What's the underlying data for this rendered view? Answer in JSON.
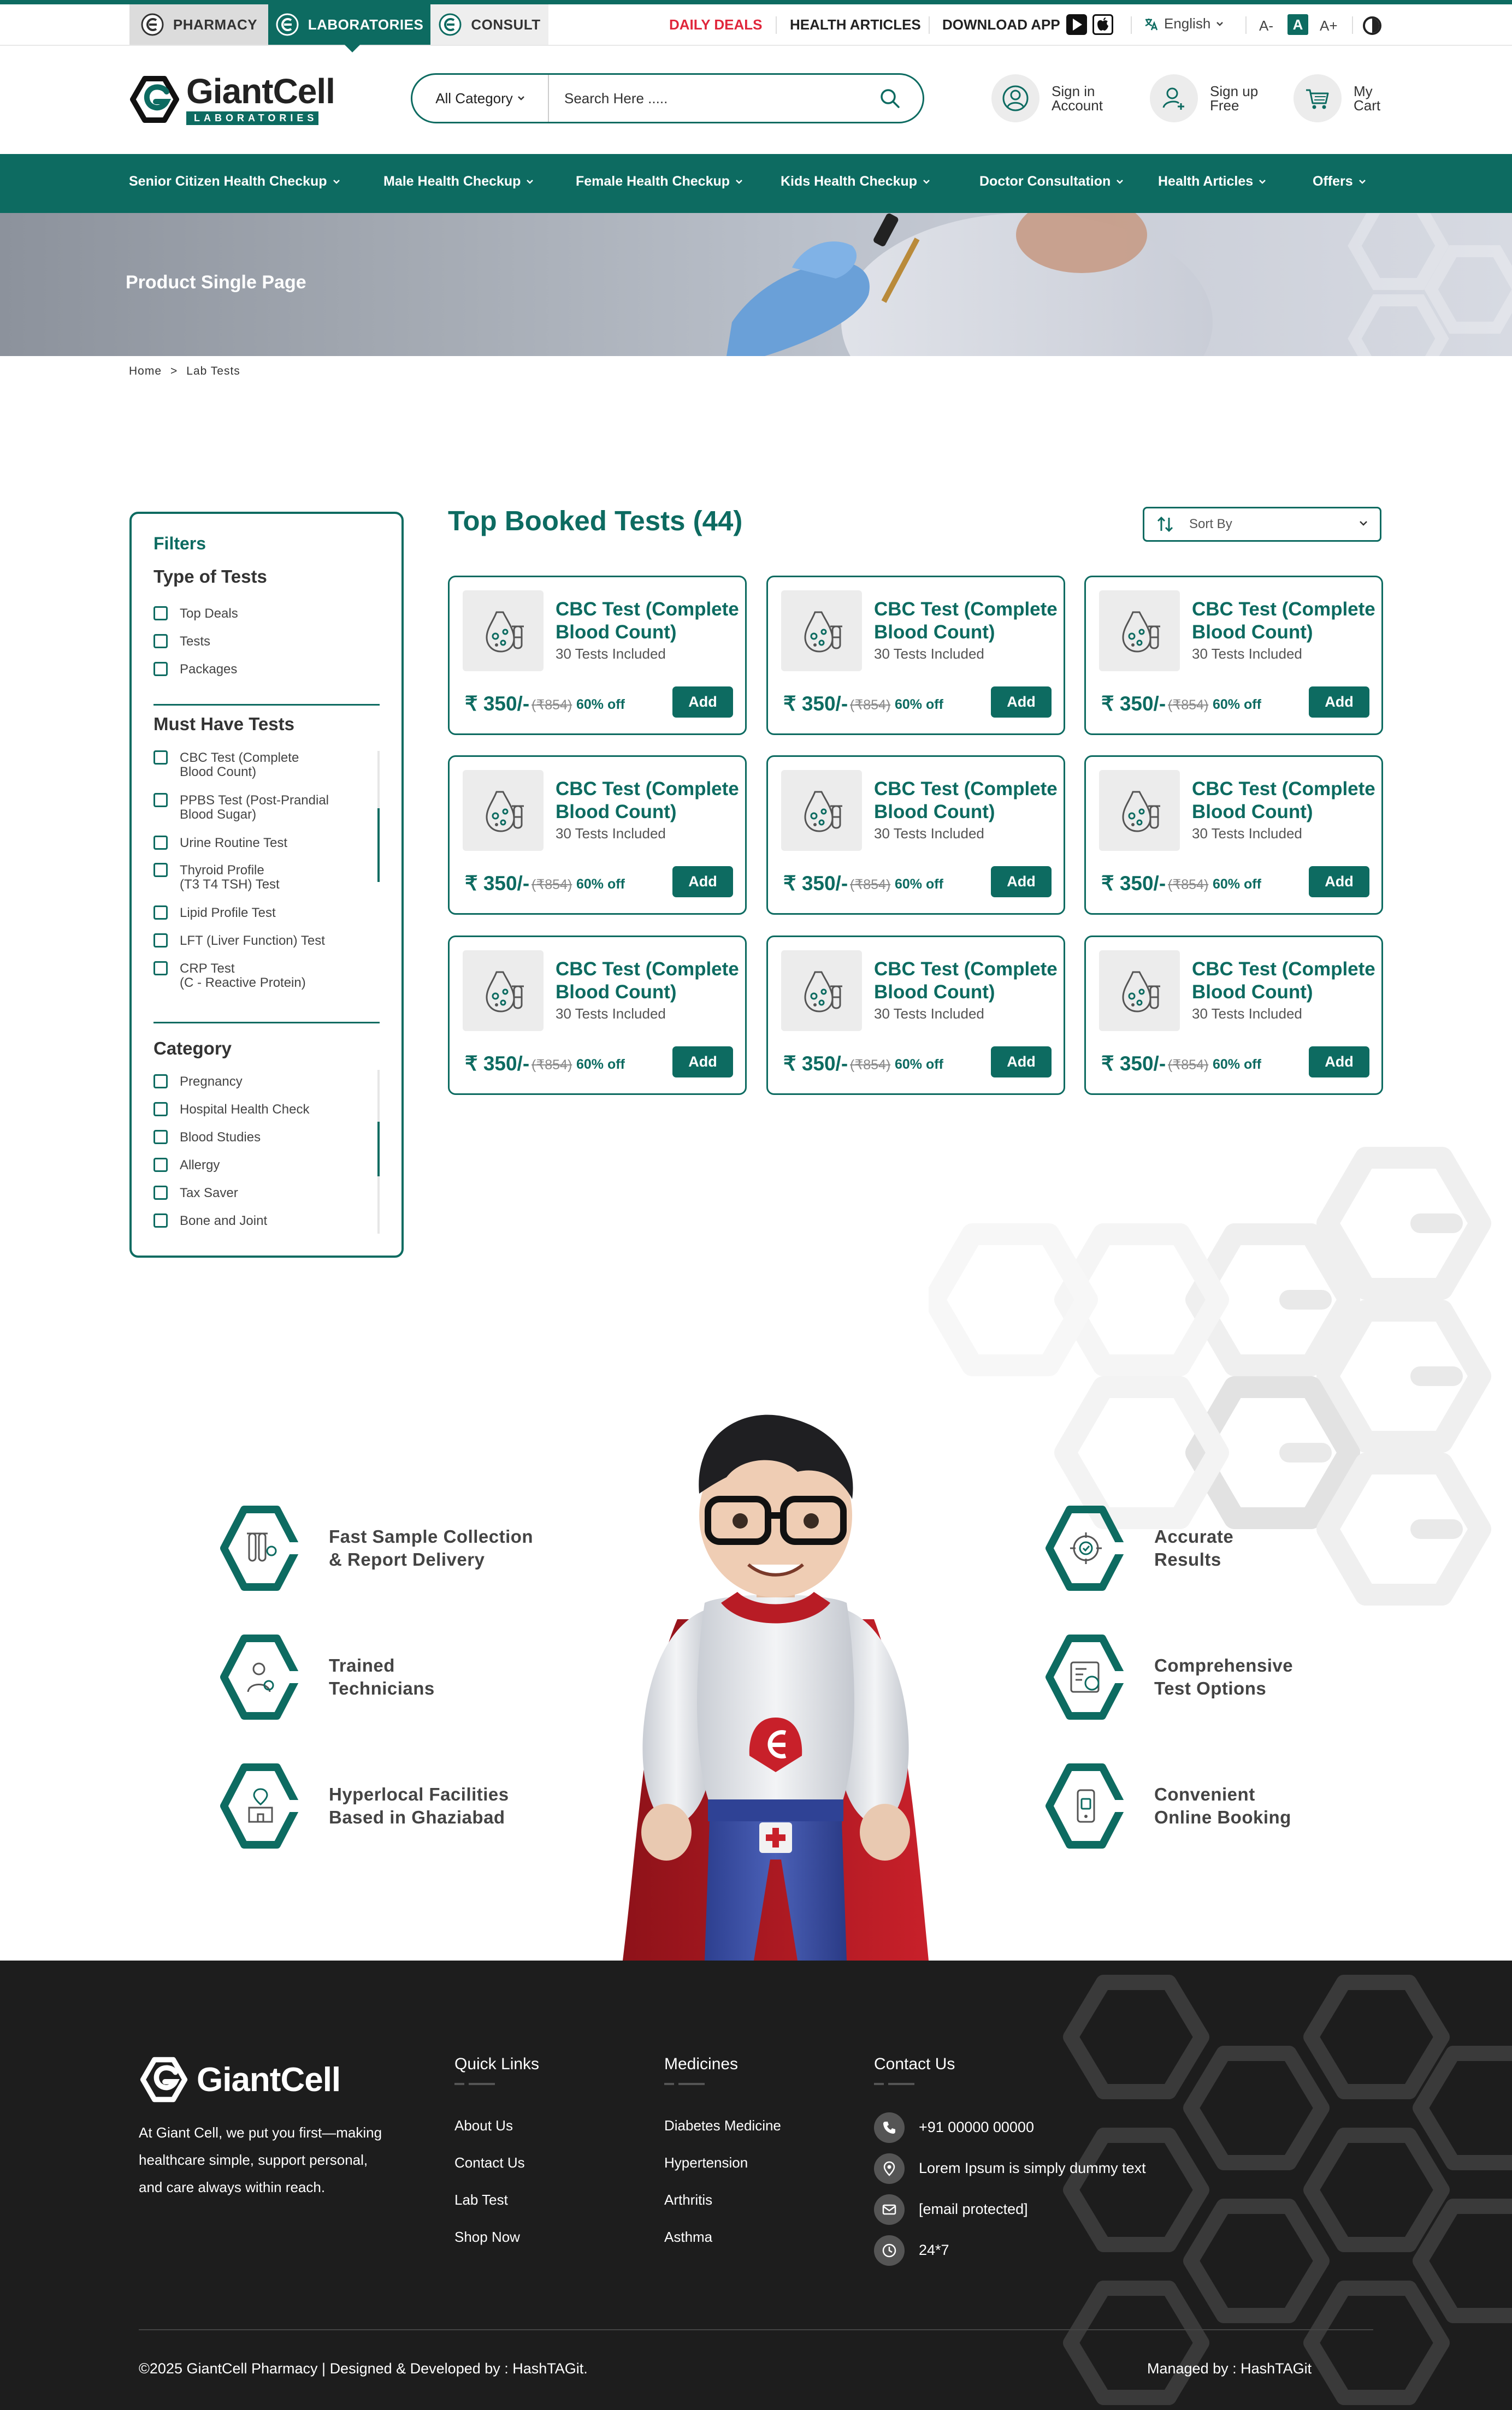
{
  "topbar": {
    "segments": [
      {
        "label": "PHARMACY"
      },
      {
        "label": "LABORATORIES"
      },
      {
        "label": "CONSULT"
      }
    ],
    "daily_deals": "DAILY DEALS",
    "health_articles": "HEALTH ARTICLES",
    "download_app": "DOWNLOAD APP",
    "language": "English",
    "font_small": "A-",
    "font_normal": "A",
    "font_large": "A+"
  },
  "header": {
    "logo_name": "GiantCell",
    "logo_sub": "LABORATORIES",
    "search_category": "All Category",
    "search_placeholder": "Search Here .....",
    "sign_in": {
      "line1": "Sign in",
      "line2": "Account"
    },
    "sign_up": {
      "line1": "Sign up",
      "line2": "Free"
    },
    "cart": {
      "line1": "My",
      "line2": "Cart"
    }
  },
  "nav": [
    {
      "label": "Senior Citizen Health Checkup"
    },
    {
      "label": "Male Health Checkup"
    },
    {
      "label": "Female Health Checkup"
    },
    {
      "label": "Kids Health Checkup"
    },
    {
      "label": "Doctor Consultation"
    },
    {
      "label": "Health Articles"
    },
    {
      "label": "Offers"
    }
  ],
  "hero": {
    "title": "Product Single Page"
  },
  "breadcrumb": {
    "home": "Home",
    "sep": ">",
    "current": "Lab Tests"
  },
  "filters": {
    "title": "Filters",
    "type_heading": "Type of Tests",
    "type_items": [
      "Top Deals",
      "Tests",
      "Packages"
    ],
    "must_heading": "Must Have Tests",
    "must_items": [
      {
        "l1": "CBC Test (Complete",
        "l2": "Blood Count)"
      },
      {
        "l1": "PPBS Test (Post-Prandial",
        "l2": "Blood Sugar)"
      },
      {
        "l1": "Urine Routine Test",
        "l2": ""
      },
      {
        "l1": "Thyroid Profile",
        "l2": "(T3 T4 TSH) Test"
      },
      {
        "l1": "Lipid Profile Test",
        "l2": ""
      },
      {
        "l1": "LFT (Liver Function) Test",
        "l2": ""
      },
      {
        "l1": "CRP Test",
        "l2": "(C - Reactive Protein)"
      }
    ],
    "category_heading": "Category",
    "category_items": [
      "Pregnancy",
      "Hospital Health Check",
      "Blood Studies",
      "Allergy",
      "Tax Saver",
      "Bone and Joint"
    ]
  },
  "tests": {
    "title": "Top Booked Tests (44)",
    "sort_label": "Sort By",
    "cards": [
      {
        "name_l1": "CBC Test (Complete",
        "name_l2": "Blood Count)",
        "sub": "30 Tests Included",
        "price": "₹ 350/-",
        "mrp": "(₹854)",
        "off": "60% off",
        "add": "Add"
      },
      {
        "name_l1": "CBC Test (Complete",
        "name_l2": "Blood Count)",
        "sub": "30 Tests Included",
        "price": "₹ 350/-",
        "mrp": "(₹854)",
        "off": "60% off",
        "add": "Add"
      },
      {
        "name_l1": "CBC Test (Complete",
        "name_l2": "Blood Count)",
        "sub": "30 Tests Included",
        "price": "₹ 350/-",
        "mrp": "(₹854)",
        "off": "60% off",
        "add": "Add"
      },
      {
        "name_l1": "CBC Test (Complete",
        "name_l2": "Blood Count)",
        "sub": "30 Tests Included",
        "price": "₹ 350/-",
        "mrp": "(₹854)",
        "off": "60% off",
        "add": "Add"
      },
      {
        "name_l1": "CBC Test (Complete",
        "name_l2": "Blood Count)",
        "sub": "30 Tests Included",
        "price": "₹ 350/-",
        "mrp": "(₹854)",
        "off": "60% off",
        "add": "Add"
      },
      {
        "name_l1": "CBC Test (Complete",
        "name_l2": "Blood Count)",
        "sub": "30 Tests Included",
        "price": "₹ 350/-",
        "mrp": "(₹854)",
        "off": "60% off",
        "add": "Add"
      },
      {
        "name_l1": "CBC Test (Complete",
        "name_l2": "Blood Count)",
        "sub": "30 Tests Included",
        "price": "₹ 350/-",
        "mrp": "(₹854)",
        "off": "60% off",
        "add": "Add"
      },
      {
        "name_l1": "CBC Test (Complete",
        "name_l2": "Blood Count)",
        "sub": "30 Tests Included",
        "price": "₹ 350/-",
        "mrp": "(₹854)",
        "off": "60% off",
        "add": "Add"
      },
      {
        "name_l1": "CBC Test (Complete",
        "name_l2": "Blood Count)",
        "sub": "30 Tests Included",
        "price": "₹ 350/-",
        "mrp": "(₹854)",
        "off": "60% off",
        "add": "Add"
      }
    ]
  },
  "features": [
    {
      "l1": "Fast Sample Collection",
      "l2": "& Report Delivery",
      "icon": "test-tubes-icon"
    },
    {
      "l1": "Trained",
      "l2": "Technicians",
      "icon": "technician-icon"
    },
    {
      "l1": "Hyperlocal Facilities",
      "l2": "Based in Ghaziabad",
      "icon": "location-facility-icon"
    },
    {
      "l1": "Accurate",
      "l2": "Results",
      "icon": "target-icon"
    },
    {
      "l1": "Comprehensive",
      "l2": "Test Options",
      "icon": "report-icon"
    },
    {
      "l1": "Convenient",
      "l2": "Online Booking",
      "icon": "phone-booking-icon"
    }
  ],
  "footer": {
    "logo_name": "GiantCell",
    "about": [
      "At Giant Cell, we put you first—making",
      "healthcare simple, support personal,",
      "and care always within reach."
    ],
    "quick_heading": "Quick Links",
    "quick_links": [
      "About Us",
      "Contact Us",
      "Lab Test",
      "Shop Now"
    ],
    "med_heading": "Medicines",
    "med_links": [
      "Diabetes Medicine",
      "Hypertension",
      "Arthritis",
      "Asthma"
    ],
    "contact_heading": "Contact Us",
    "contacts": [
      "+91 00000 00000",
      "Lorem Ipsum is simply dummy text",
      "[email protected]",
      "24*7"
    ],
    "copyright": "©2025 GiantCell Pharmacy | Designed & Developed by : HashTAGit.",
    "managed": "Managed by : HashTAGit"
  },
  "colors": {
    "brand": "#0d6b61",
    "deal_red": "#e0263b",
    "footer_bg": "#1d1d1d"
  }
}
